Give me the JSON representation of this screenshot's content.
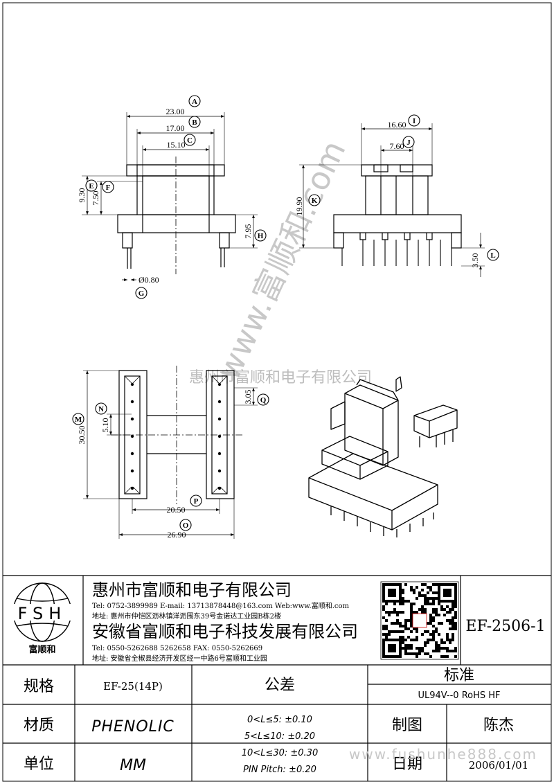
{
  "dimensions": {
    "A": "23.00",
    "B": "17.00",
    "C": "15.10",
    "E": "9.30",
    "F": "7.50",
    "H": "7.95",
    "G": "Ø0.80",
    "I": "16.60",
    "J": "7.60",
    "K": "19.90",
    "L": "3.50",
    "M": "30.50",
    "N": "5.10",
    "Q": "3.05",
    "P": "20.50",
    "O": "26.90"
  },
  "callouts": [
    "A",
    "B",
    "C",
    "E",
    "F",
    "G",
    "H",
    "I",
    "J",
    "K",
    "L",
    "M",
    "N",
    "O",
    "P",
    "Q"
  ],
  "watermark": {
    "diagonal": "www.富顺和.com",
    "horizontal": "惠州市富顺和电子有限公司",
    "footer": "www.fushunhe888.com"
  },
  "title_block": {
    "logo_text": "FSH",
    "logo_caption": "富顺和",
    "company1": {
      "name": "惠州市富顺和电子有限公司",
      "contact": "Tel:   0752-3899989   E-mail: 13713878448@163.com   Web:www.富顺和.com",
      "address": "地址: 惠州市仲恺区沥林镇洋沥围东39号金诺达工业园B栋2楼"
    },
    "company2": {
      "name": "安徽省富顺和电子科技发展有限公司",
      "contact": "Tel:   0550-5262688  5262658      FAX:  0550-5262669",
      "address": "地址: 安徽省全椒县经济开发区经一中路6号富顺和工业园"
    },
    "part_no": "EF-2506-1",
    "spec_label": "规格",
    "spec_value": "EF-25(14P)",
    "tolerance_label": "公差",
    "standard_label": "标准",
    "standard_value": "UL94V--0  RoHS HF",
    "material_label": "材质",
    "material_value": "PHENOLIC",
    "unit_label": "单位",
    "unit_value": "MM",
    "tolerances": [
      "0<L≤5: ±0.10",
      "5<L≤10: ±0.20",
      "10<L≤30: ±0.30",
      "PIN Pitch: ±0.20"
    ],
    "draw_label": "制图",
    "draw_value": "陈杰",
    "date_label": "日期",
    "date_value": "2006/01/01"
  }
}
